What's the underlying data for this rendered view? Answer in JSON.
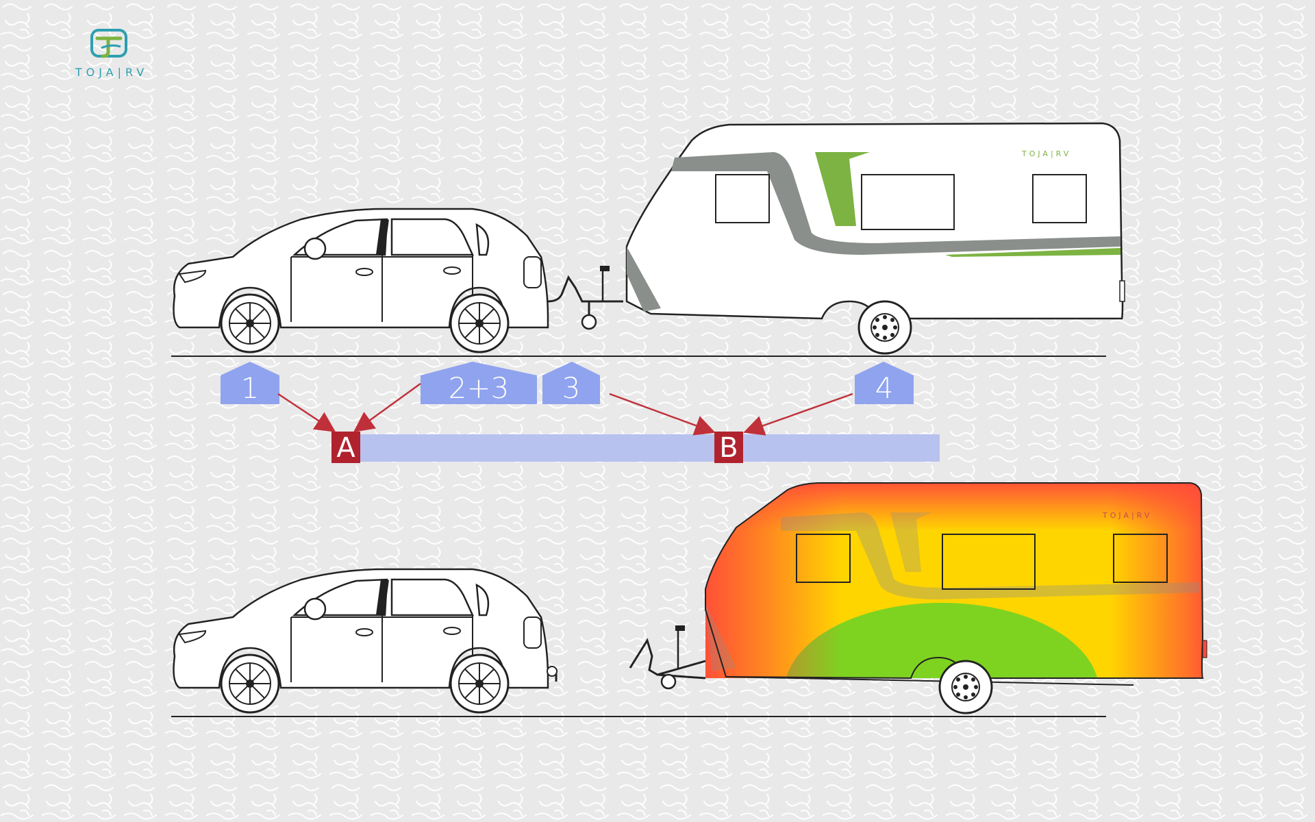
{
  "logo": {
    "text": "TOJA|RV",
    "icon": "toja-rv-logo-icon"
  },
  "trailer_brand": "TOJA|RV",
  "callouts": [
    {
      "id": "1",
      "label": "1"
    },
    {
      "id": "2+3",
      "label": "2+3"
    },
    {
      "id": "3",
      "label": "3"
    },
    {
      "id": "4",
      "label": "4"
    }
  ],
  "points": [
    {
      "id": "A",
      "label": "A"
    },
    {
      "id": "B",
      "label": "B"
    }
  ],
  "colors": {
    "callout_fill": "#8fa3ef",
    "bar_fill": "#b8c2ef",
    "point_fill": "#b0222e",
    "arrow": "#c0303a",
    "accent_green": "#7cb342",
    "stripe_gray": "#8a8f8c",
    "heat_red": "#ff4a3a",
    "heat_yellow": "#ffd500",
    "heat_green": "#7ed321"
  }
}
